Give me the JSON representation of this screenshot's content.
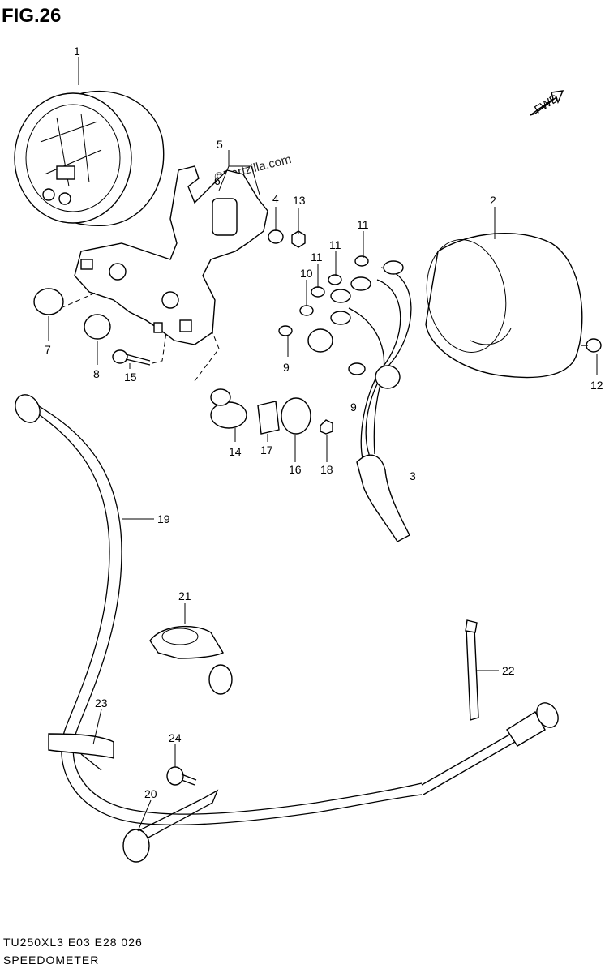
{
  "figure": {
    "title": "FIG.26",
    "code": "TU250XL3  E03  E28  026",
    "name": "SPEEDOMETER",
    "watermark": "©Partzilla.com",
    "fwd_label": "FWD"
  },
  "callouts": [
    "1",
    "2",
    "3",
    "4",
    "5",
    "6",
    "7",
    "8",
    "9",
    "9",
    "10",
    "11",
    "11",
    "11",
    "12",
    "13",
    "14",
    "15",
    "16",
    "17",
    "18",
    "19",
    "20",
    "21",
    "22",
    "23",
    "24"
  ]
}
